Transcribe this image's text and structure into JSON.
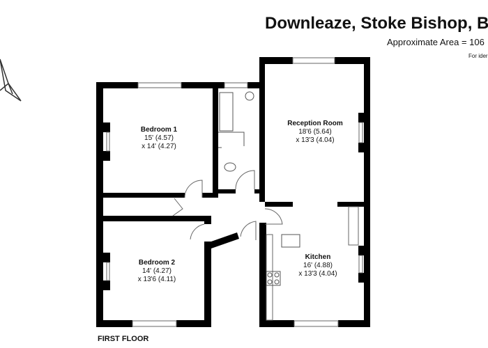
{
  "header": {
    "title": "Downleaze, Stoke Bishop, Br",
    "area": "Approximate Area = 106",
    "note": "For ider"
  },
  "floor_label": "FIRST FLOOR",
  "rooms": [
    {
      "name": "Bedroom 1",
      "dim1": "15' (4.57)",
      "dim2": "x 14' (4.27)"
    },
    {
      "name": "Reception Room",
      "dim1": "18'6 (5.64)",
      "dim2": "x 13'3 (4.04)"
    },
    {
      "name": "Bedroom 2",
      "dim1": "14' (4.27)",
      "dim2": "x 13'6 (4.11)"
    },
    {
      "name": "Kitchen",
      "dim1": "16' (4.88)",
      "dim2": "x 13'3 (4.04)"
    }
  ],
  "icons": [
    "compass-icon",
    "bath-icon",
    "basin-icon",
    "toilet-icon",
    "sink-icon",
    "hob-icon"
  ]
}
